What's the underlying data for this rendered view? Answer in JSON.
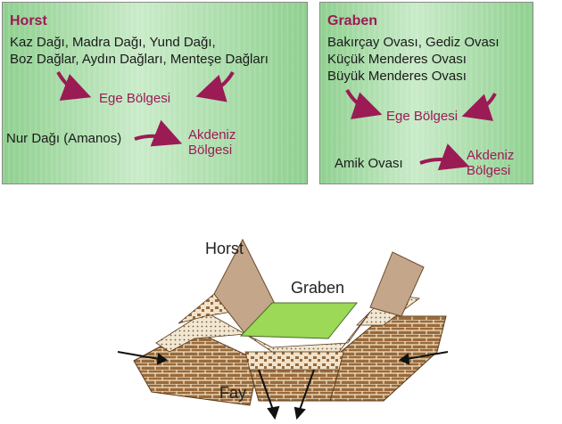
{
  "horst_panel": {
    "title": "Horst",
    "line1": "Kaz Dağı, Madra Dağı, Yund Dağı,",
    "line2": "Boz Dağlar, Aydın Dağları, Menteşe Dağları",
    "region1": "Ege Bölgesi",
    "source2": "Nur Dağı (Amanos)",
    "region2_line1": "Akdeniz",
    "region2_line2": "Bölgesi"
  },
  "graben_panel": {
    "title": "Graben",
    "line1": "Bakırçay Ovası, Gediz Ovası",
    "line2": "Küçük Menderes Ovası",
    "line3": "Büyük Menderes Ovası",
    "region1": "Ege Bölgesi",
    "source2": "Amik Ovası",
    "region2_line1": "Akdeniz",
    "region2_line2": "Bölgesi"
  },
  "diagram": {
    "label_horst": "Horst",
    "label_graben": "Graben",
    "label_fault": "Fay"
  },
  "colors": {
    "accent": "#9b1b55",
    "panel_green": "#a8dca8",
    "horst_fill": "#c4a68a",
    "graben_fill": "#9bd957",
    "brick": "#9a6a3a"
  }
}
